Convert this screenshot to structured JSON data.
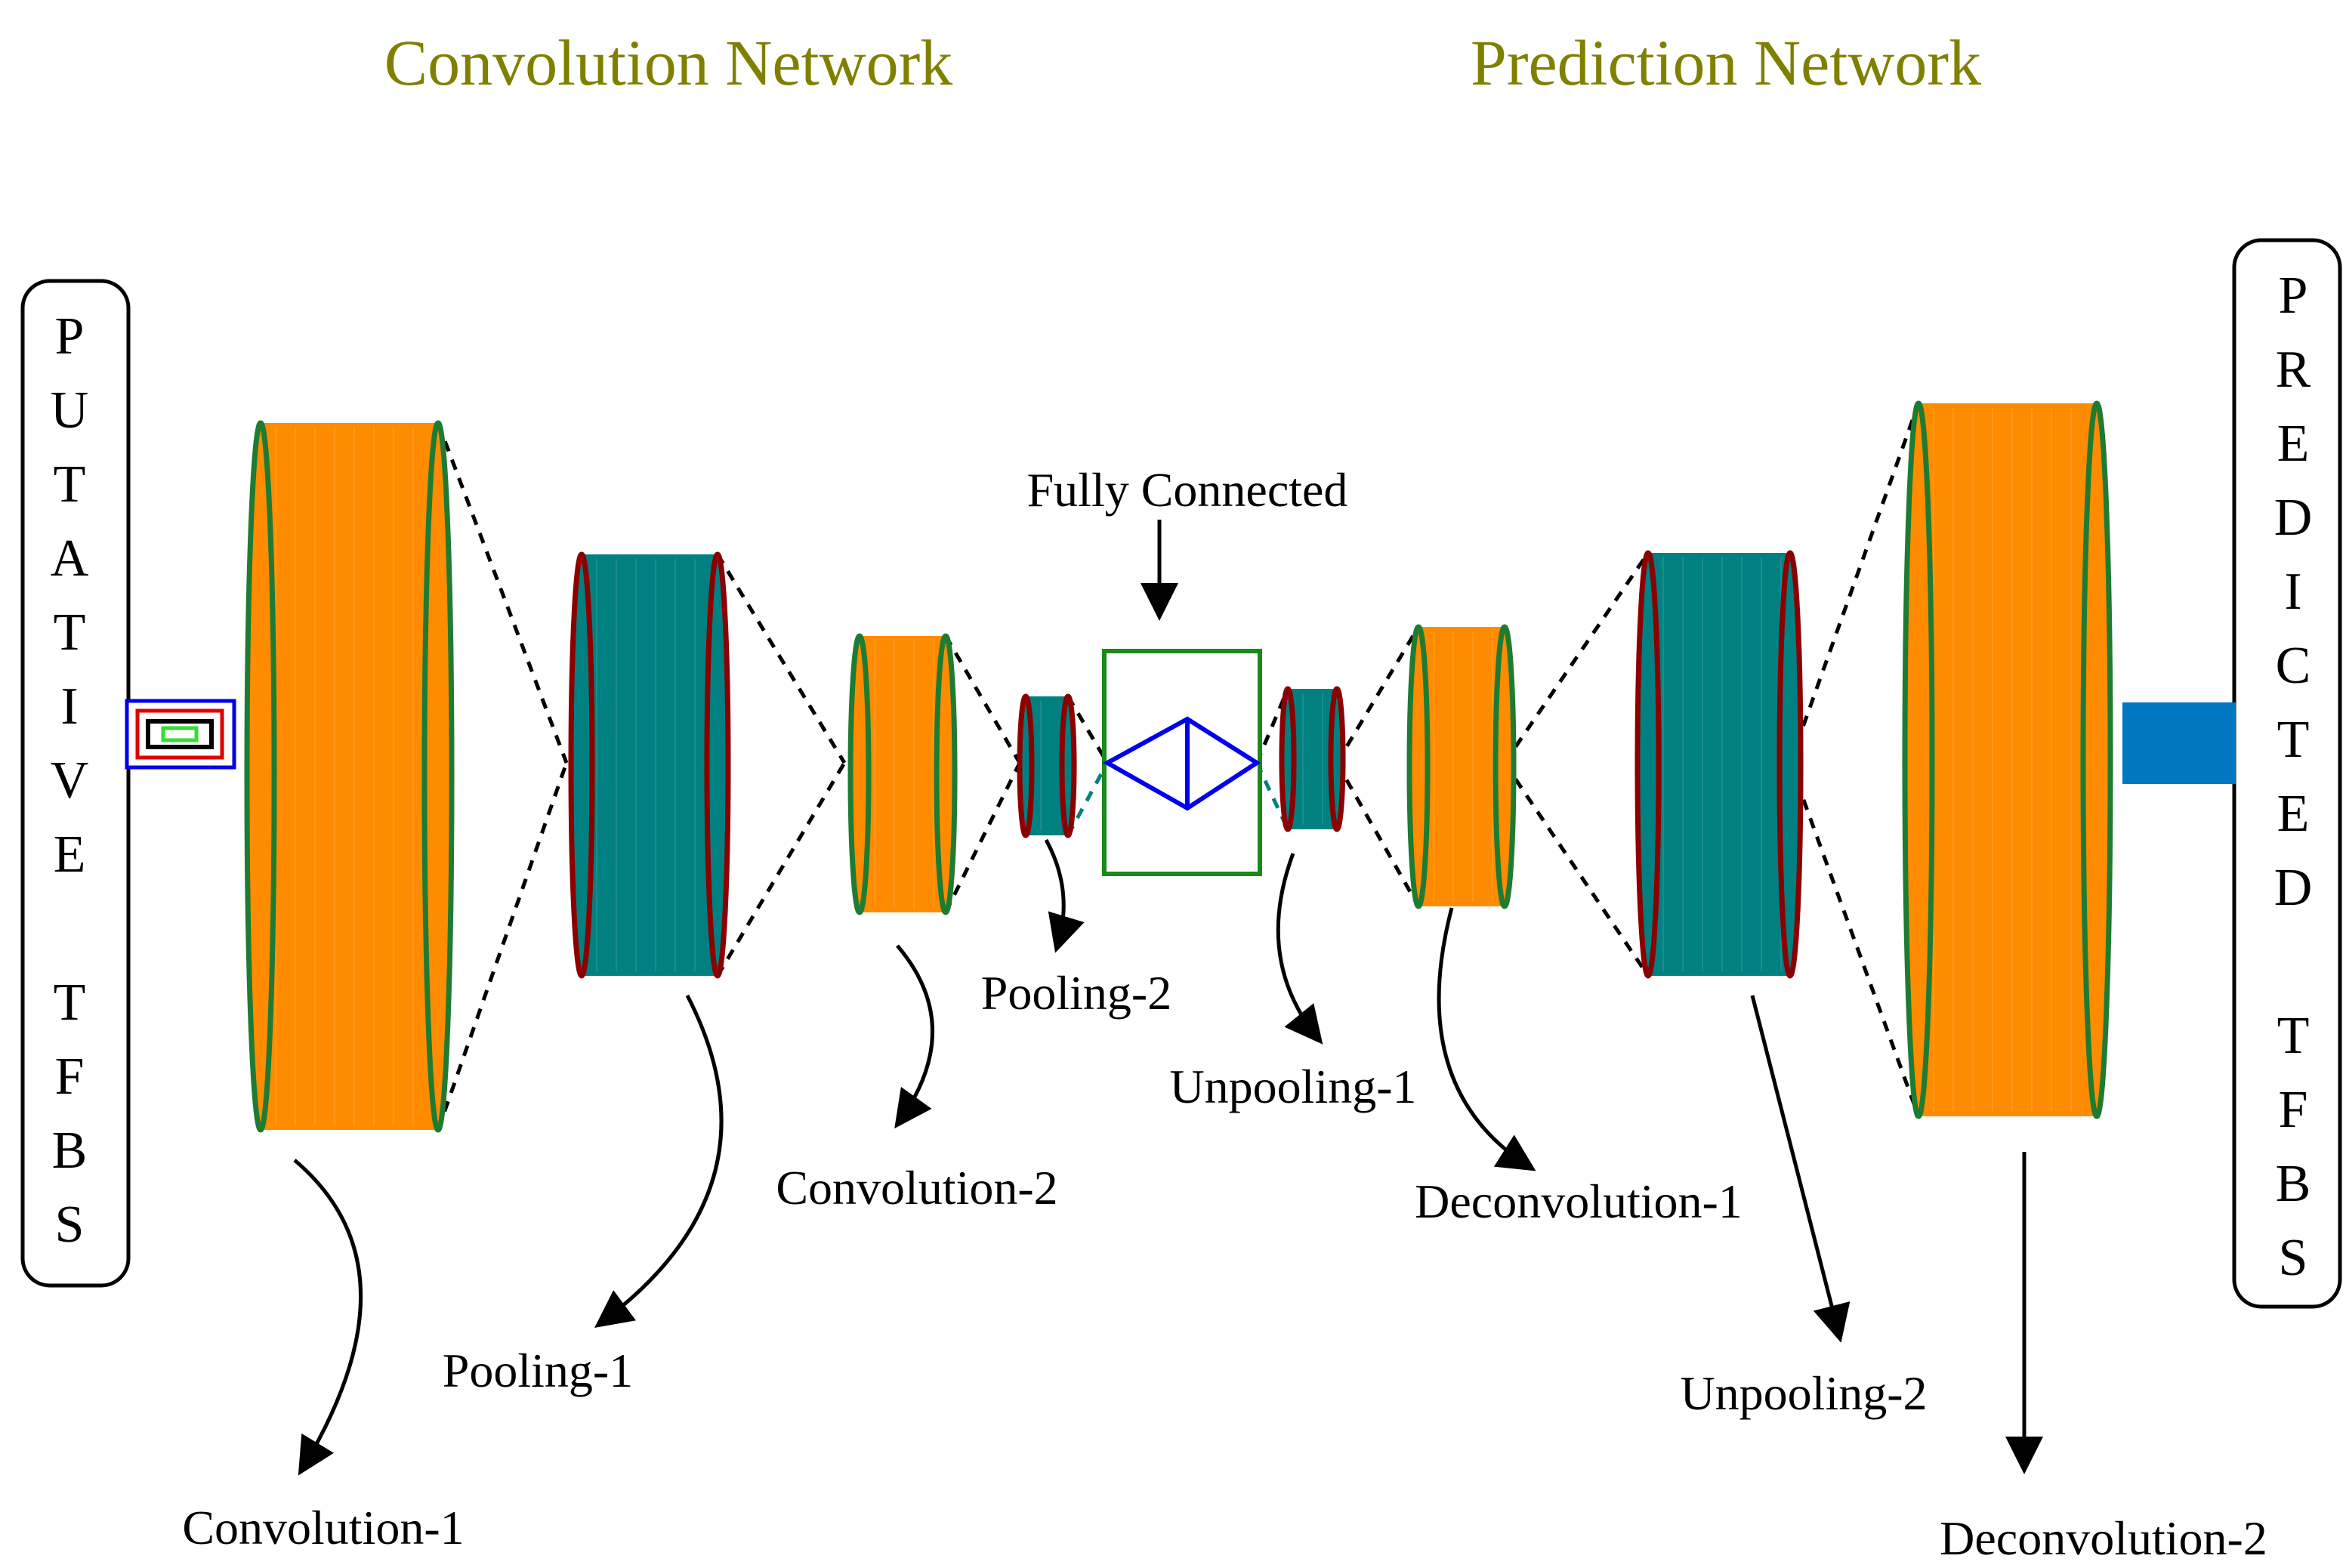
{
  "titles": {
    "left": "Convolution Network",
    "right": "Prediction Network"
  },
  "side_boxes": {
    "input": {
      "letters": [
        "P",
        "U",
        "T",
        "A",
        "T",
        "I",
        "V",
        "E",
        "",
        "T",
        "F",
        "B",
        "S"
      ]
    },
    "output": {
      "letters": [
        "P",
        "R",
        "E",
        "D",
        "I",
        "C",
        "T",
        "E",
        "D",
        "",
        "T",
        "F",
        "B",
        "S"
      ]
    }
  },
  "labels": {
    "fully_connected": "Fully Connected",
    "convolution_1": "Convolution-1",
    "pooling_1": "Pooling-1",
    "convolution_2": "Convolution-2",
    "pooling_2": "Pooling-2",
    "unpooling_1": "Unpooling-1",
    "deconvolution_1": "Deconvolution-1",
    "unpooling_2": "Unpooling-2",
    "deconvolution_2": "Deconvolution-2"
  },
  "colors": {
    "title": "#808000",
    "conv_fill": "#ff8c00",
    "pool_fill": "#008080",
    "conv_rim": "#1e7b32",
    "pool_rim": "#8b0000",
    "fc_box": "#1a8a1a",
    "fc_diamond": "#0000ee",
    "output_bar": "#0077c0"
  }
}
